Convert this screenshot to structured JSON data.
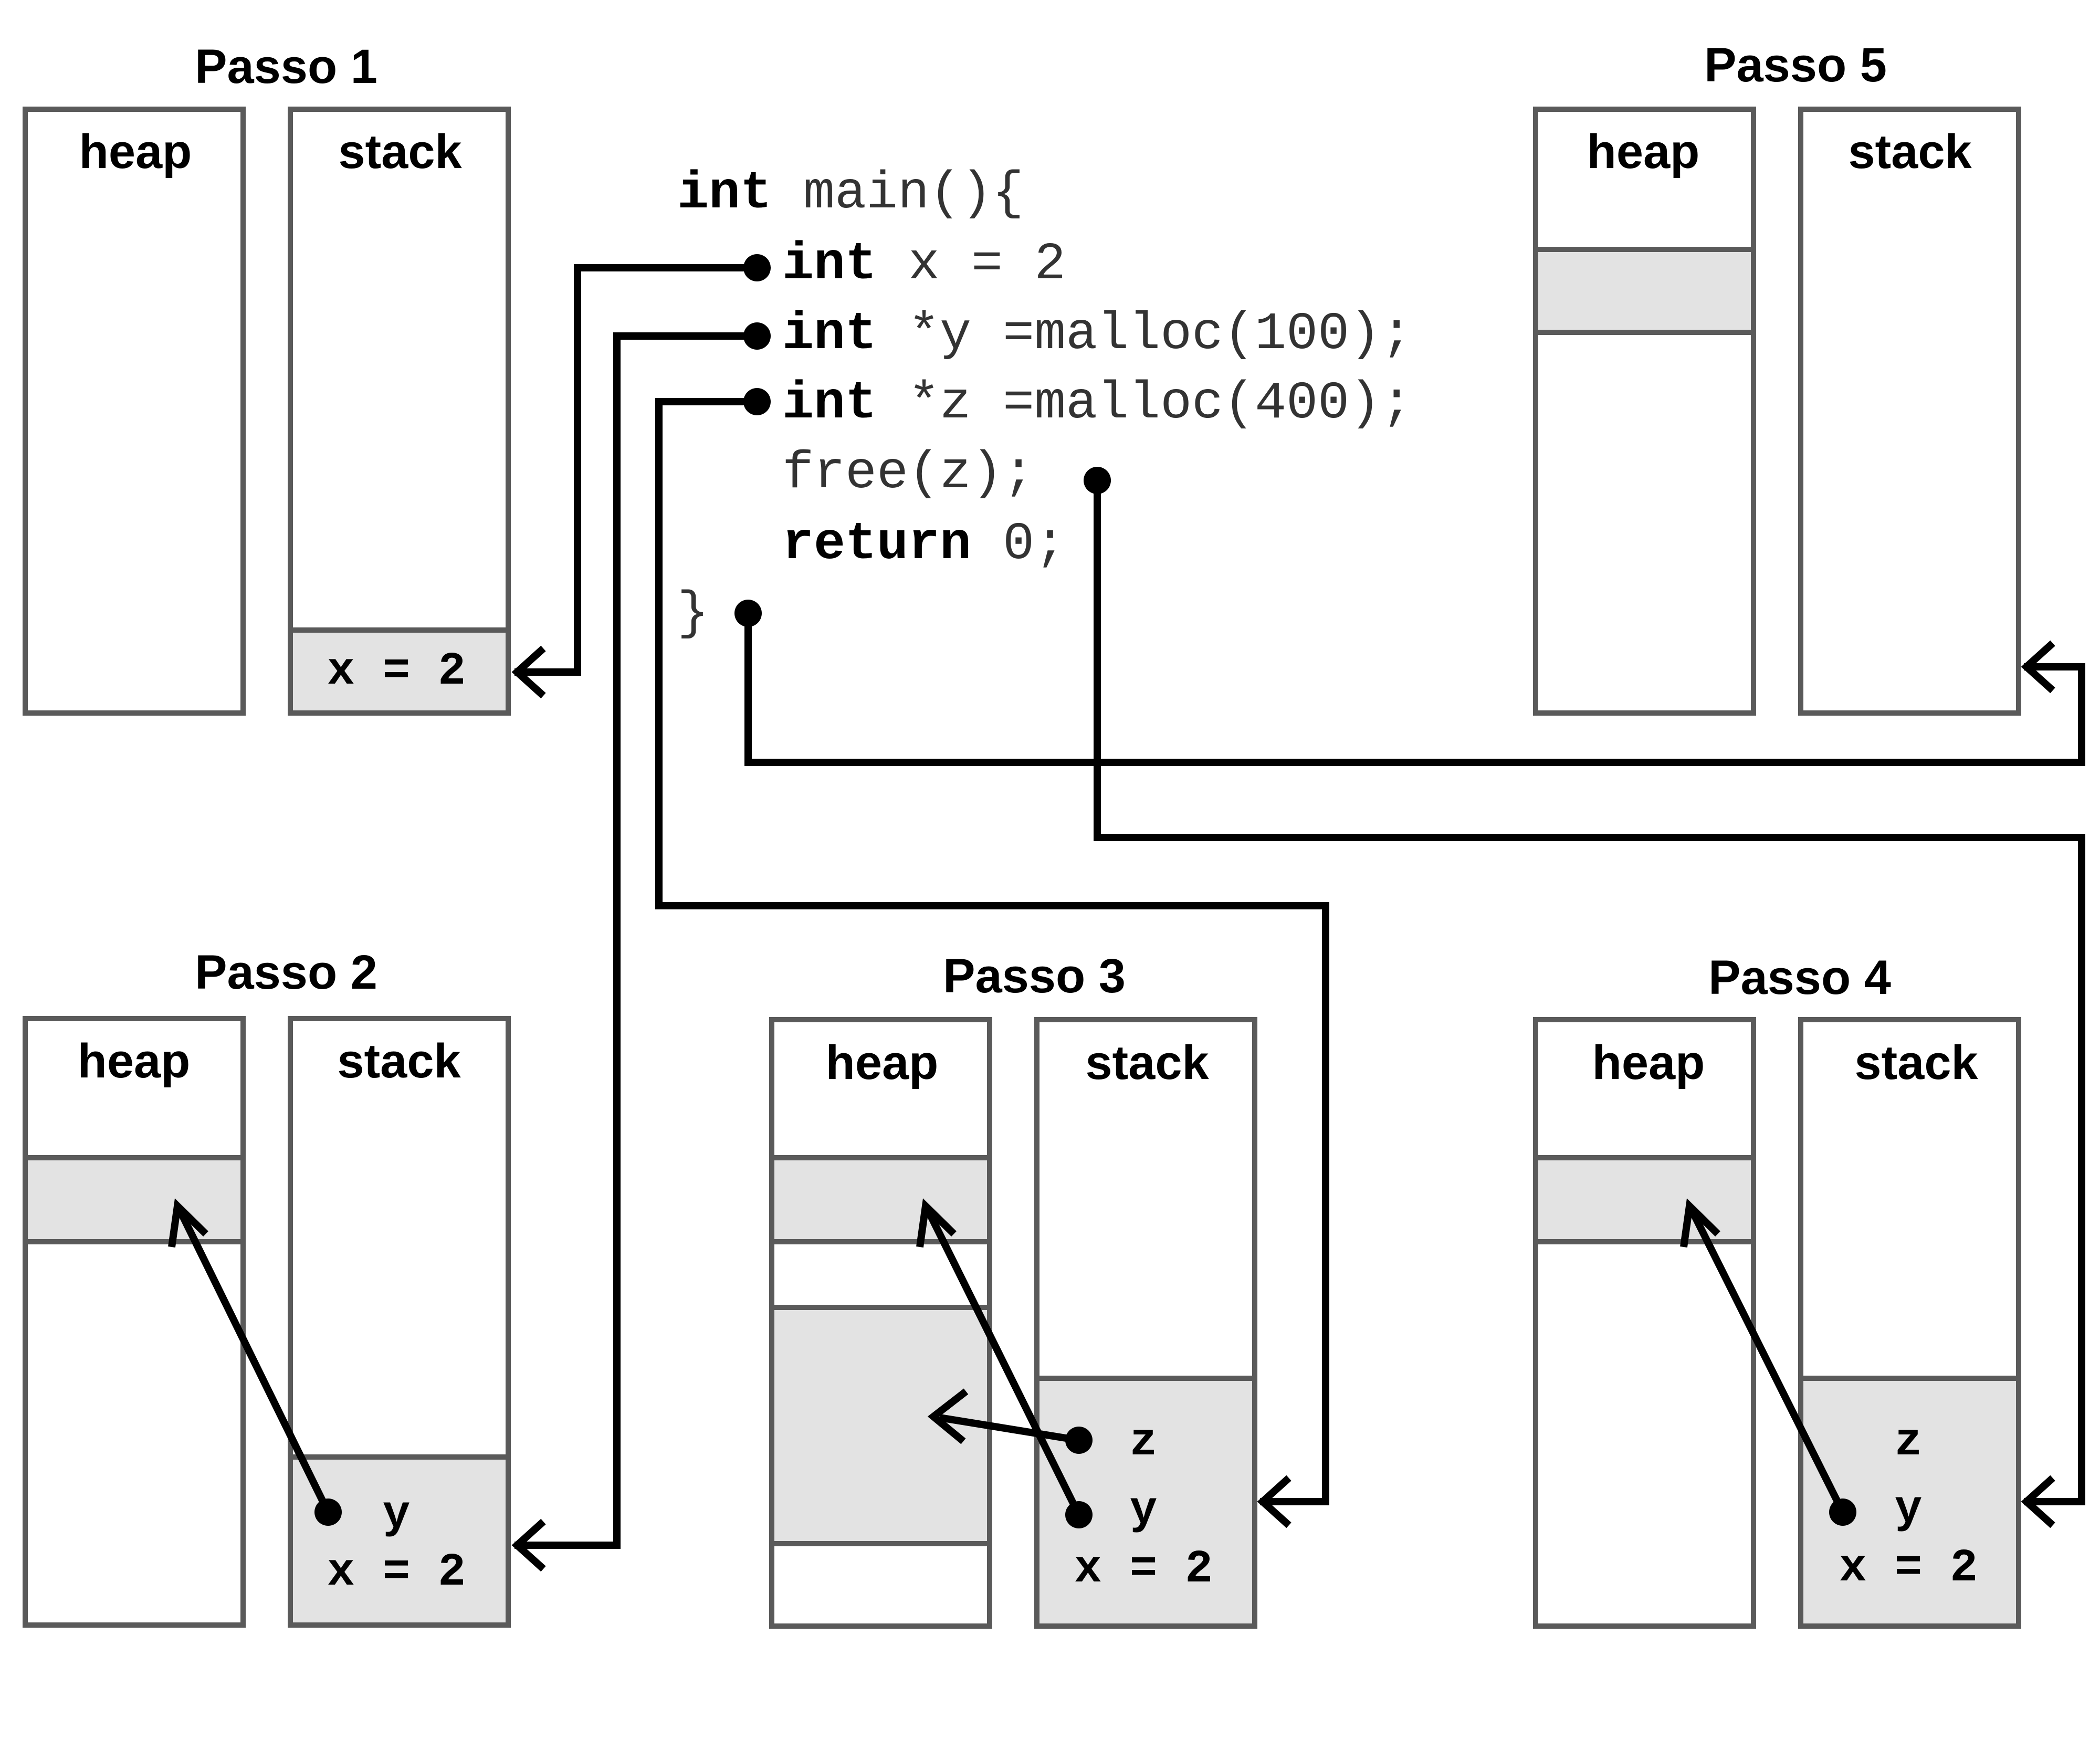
{
  "steps": {
    "p1": {
      "title": "Passo 1",
      "heap": "heap",
      "stack": "stack",
      "stack_vars": [
        "x = 2"
      ]
    },
    "p2": {
      "title": "Passo 2",
      "heap": "heap",
      "stack": "stack",
      "stack_vars": [
        "y",
        "x = 2"
      ]
    },
    "p3": {
      "title": "Passo 3",
      "heap": "heap",
      "stack": "stack",
      "stack_vars": [
        "z",
        "y",
        "x = 2"
      ]
    },
    "p4": {
      "title": "Passo 4",
      "heap": "heap",
      "stack": "stack",
      "stack_vars": [
        "z",
        "y",
        "x = 2"
      ]
    },
    "p5": {
      "title": "Passo 5",
      "heap": "heap",
      "stack": "stack"
    }
  },
  "code": {
    "l0_kw": "int",
    "l0_rest": " main(){",
    "l1_kw": "int",
    "l1_rest": " x = 2",
    "l2_kw": "int",
    "l2_rest": " *y =malloc(100);",
    "l3_kw": "int",
    "l3_rest": " *z =malloc(400);",
    "l4_rest": "free(z);",
    "l5_kw": "return",
    "l5_rest": " 0;",
    "l6_rest": "}"
  },
  "colors": {
    "outline": "#5a5a5a",
    "allocated_fill": "#e3e3e3",
    "ink": "#000000"
  }
}
